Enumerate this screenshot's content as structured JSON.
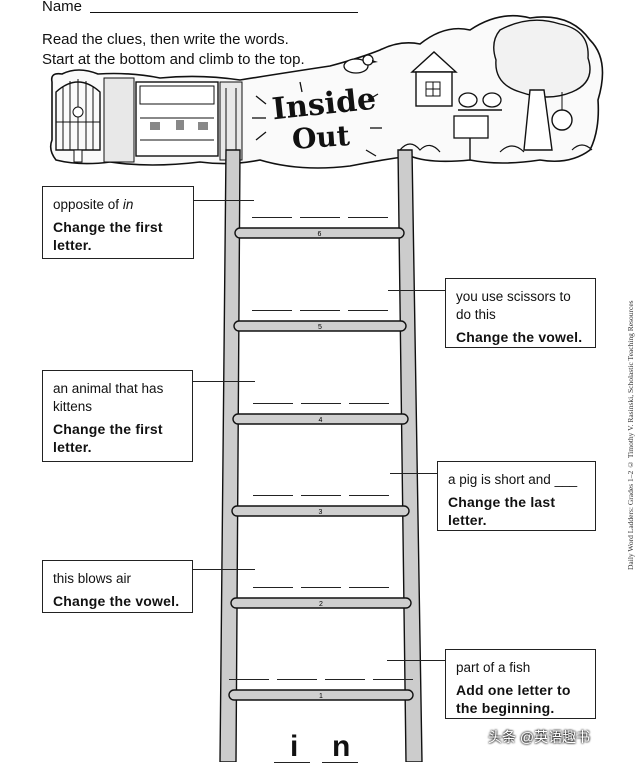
{
  "header": {
    "name_label": "Name",
    "instructions_line1": "Read the clues, then write the words.",
    "instructions_line2": "Start at the bottom and climb to the top."
  },
  "banner": {
    "title_word1": "Inside",
    "title_word2": "Out"
  },
  "clues": [
    {
      "number": "6",
      "clue": "opposite of",
      "clue_italic": "in",
      "instruction": "Change the first letter."
    },
    {
      "number": "5",
      "clue": "you use scissors to do this",
      "instruction": "Change the vowel."
    },
    {
      "number": "4",
      "clue": "an animal that has kittens",
      "instruction": "Change the first letter."
    },
    {
      "number": "3",
      "clue": "a pig is short and ___",
      "instruction": "Change the last letter."
    },
    {
      "number": "2",
      "clue": "this blows air",
      "instruction": "Change the vowel."
    },
    {
      "number": "1",
      "clue": "part of a fish",
      "instruction": "Add one letter to the beginning."
    }
  ],
  "start_word": [
    "i",
    "n"
  ],
  "credit": "Daily Word Ladders: Grades 1–2 © Timothy V. Rasinski, Scholastic Teaching Resources",
  "watermark": "头条 @英语趣书"
}
